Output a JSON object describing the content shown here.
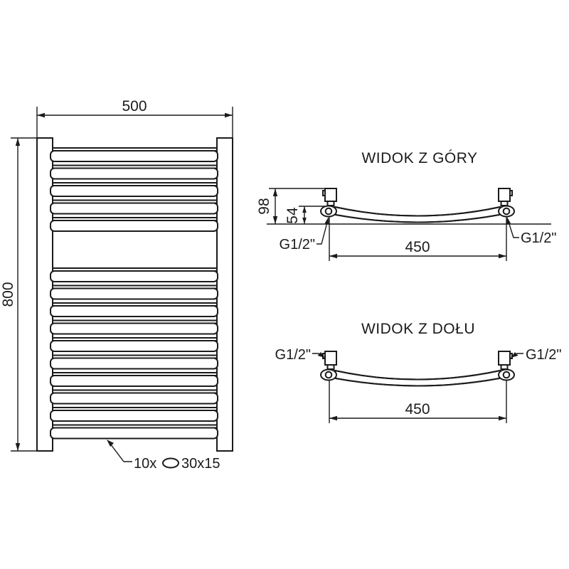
{
  "front_view": {
    "width_mm": "500",
    "height_mm": "800",
    "rung_groups": [
      5,
      10
    ],
    "rung_label_prefix": "10x",
    "rung_label_suffix": "30x15",
    "profile_icon": "oval-tube-icon"
  },
  "top_view": {
    "title": "WIDOK Z GÓRY",
    "total_depth_mm": "98",
    "axis_depth_mm": "54",
    "connection_spacing_mm": "450",
    "thread_left": "G1/2\"",
    "thread_right": "G1/2\""
  },
  "bottom_view": {
    "title": "WIDOK Z DOŁU",
    "connection_spacing_mm": "450",
    "thread_left": "G1/2\"",
    "thread_right": "G1/2\""
  },
  "colors": {
    "line": "#1b1b1b",
    "background": "#ffffff"
  }
}
